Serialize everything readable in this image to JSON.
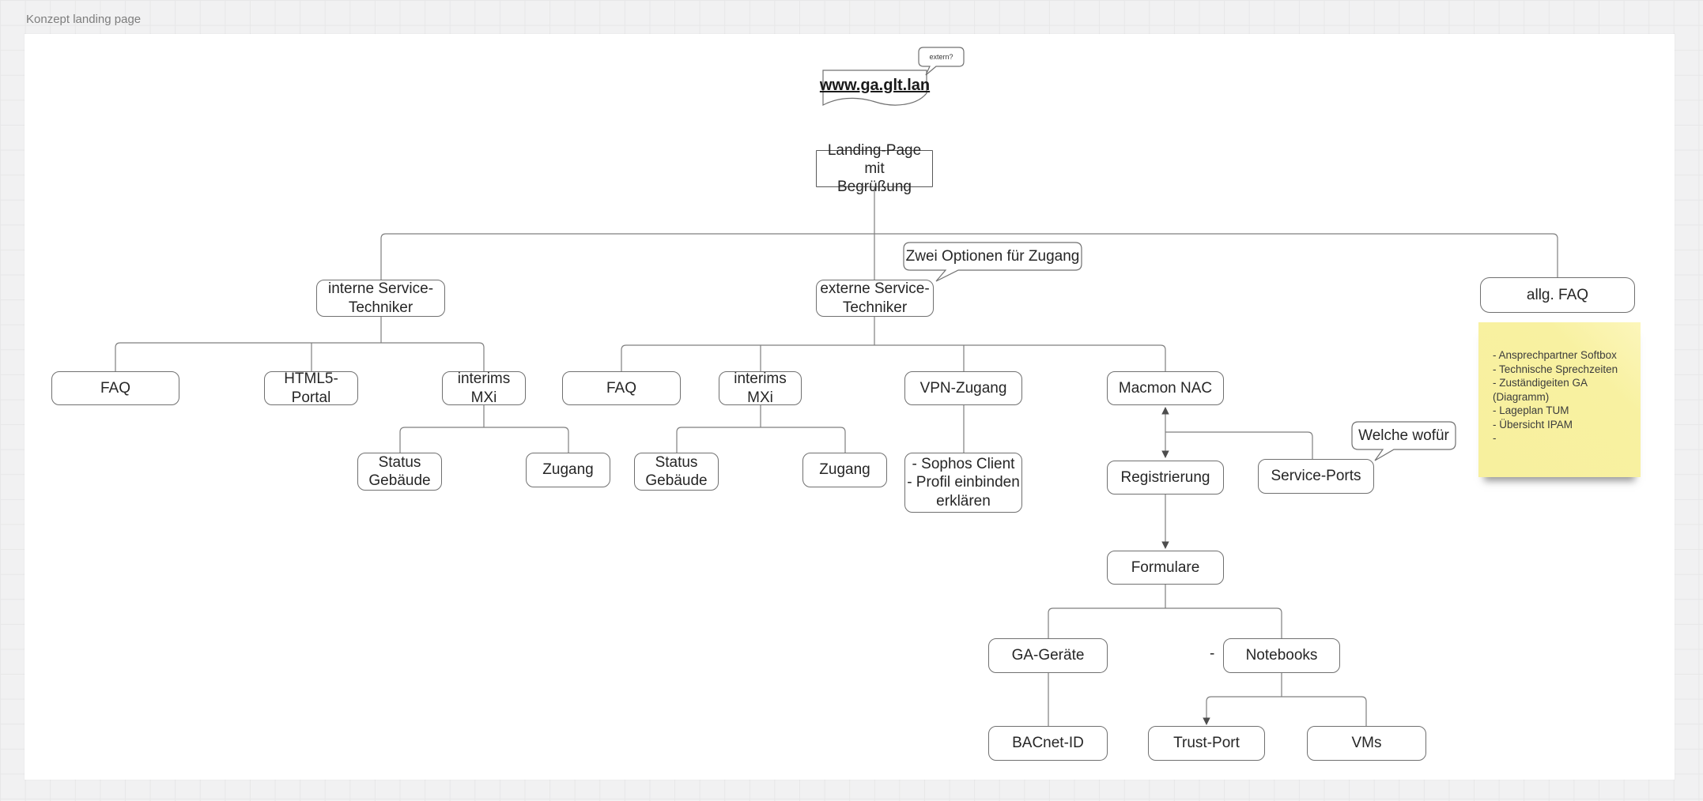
{
  "frame": {
    "title": "Konzept landing page"
  },
  "colors": {
    "background": "#f1f1f2",
    "grid_line": "#e7e7e8",
    "canvas": "#ffffff",
    "node_border": "#707070",
    "edge_line": "#7f7f7f",
    "arrow": "#4d4d4d",
    "text": "#262626",
    "sticky_fill": "#f8f1a1"
  },
  "shapes": {
    "extern_callout": {
      "label": "extern?"
    },
    "website": {
      "label": "www.ga.glt.lan"
    },
    "zwei_optionen_callout": {
      "label": "Zwei Optionen für Zugang"
    },
    "welche_wofur_callout": {
      "label": "Welche wofür"
    },
    "stray_dash": {
      "label": "-"
    }
  },
  "nodes": {
    "landing_page": {
      "label": "Landing-Page mit\nBegrüßung"
    },
    "interne_service_techniker": {
      "label": "interne Service-\nTechniker"
    },
    "externe_service_techniker": {
      "label": "externe Service-\nTechniker"
    },
    "allg_faq": {
      "label": "allg. FAQ"
    },
    "faq_intern": {
      "label": "FAQ"
    },
    "html5_portal": {
      "label": "HTML5-Portal"
    },
    "interims_mxi_intern": {
      "label": "interims MXi"
    },
    "status_gebaeude_intern": {
      "label": "Status\nGebäude"
    },
    "zugang_intern": {
      "label": "Zugang"
    },
    "faq_extern": {
      "label": "FAQ"
    },
    "interims_mxi_extern": {
      "label": "interims MXi"
    },
    "status_gebaeude_extern": {
      "label": "Status\nGebäude"
    },
    "zugang_extern": {
      "label": "Zugang"
    },
    "vpn_zugang": {
      "label": "VPN-Zugang"
    },
    "sophos_hinweis": {
      "label": "- Sophos Client\n- Profil einbinden\nerklären"
    },
    "macmon_nac": {
      "label": "Macmon NAC"
    },
    "registrierung": {
      "label": "Registrierung"
    },
    "service_ports": {
      "label": "Service-Ports"
    },
    "formulare": {
      "label": "Formulare"
    },
    "ga_geraete": {
      "label": "GA-Geräte"
    },
    "notebooks": {
      "label": "Notebooks"
    },
    "bacnet_id": {
      "label": "BACnet-ID"
    },
    "trust_port": {
      "label": "Trust-Port"
    },
    "vms": {
      "label": "VMs"
    }
  },
  "sticky_note": {
    "lines": [
      "- Ansprechpartner Softbox",
      "- Technische Sprechzeiten",
      "- Zuständigeiten GA",
      "(Diagramm)",
      "- Lageplan TUM",
      "- Übersicht IPAM",
      "-"
    ]
  }
}
